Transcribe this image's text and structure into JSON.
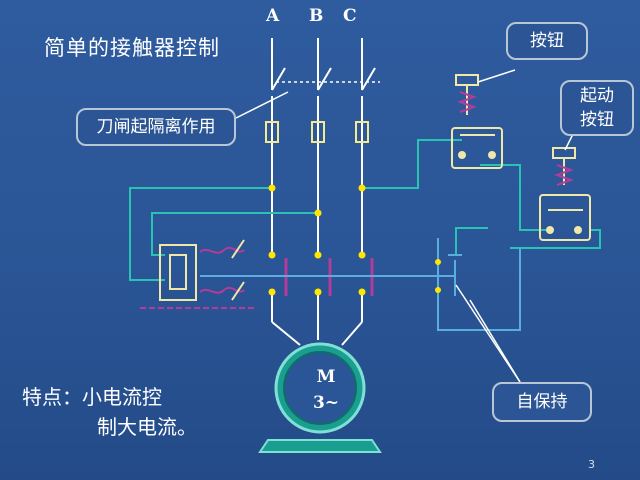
{
  "title": "简单的接触器控制",
  "phases": [
    "A",
    "B",
    "C"
  ],
  "callouts": {
    "knife_switch": "刀闸起隔离作用",
    "button_top": "按钮",
    "start_button": "起动\n按钮",
    "self_hold": "自保持"
  },
  "feature_text": [
    "特点：小电流控",
    "制大电流。"
  ],
  "motor": {
    "label": "M",
    "sub": "3~"
  },
  "page_number": "3",
  "colors": {
    "background": "#2c5899",
    "wire_power": "#ffffff",
    "wire_control": "#29c3b3",
    "wire_hold": "#5aaede",
    "component": "#f0e7a8",
    "motor_body": "#1a9e91",
    "relay_spring": "#b33b9a",
    "fuse": "#f3eb8d",
    "node": "#ffe600"
  }
}
